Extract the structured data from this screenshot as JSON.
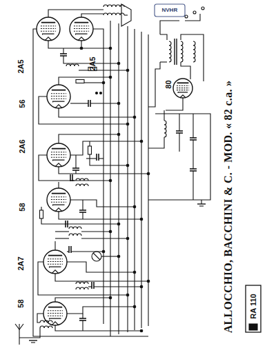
{
  "diagram": {
    "title": "ALLOCCHIO, BACCHINI & C. - MOD. « 82 c.a. »",
    "labels": [
      "NVHR",
      "2A5",
      "2A5",
      "56",
      "2A6",
      "58",
      "2A7",
      "58",
      "80",
      "RA 110"
    ]
  }
}
